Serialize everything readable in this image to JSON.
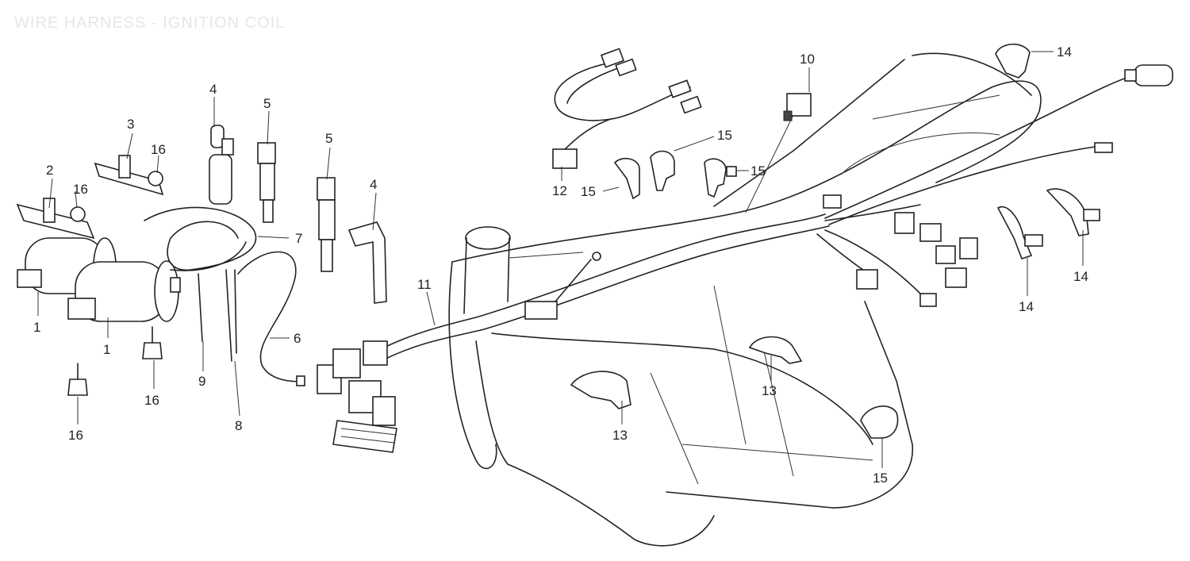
{
  "title": "WIRE HARNESS - IGNITION COIL",
  "callouts": {
    "c1a": "1",
    "c1b": "1",
    "c2": "2",
    "c3": "3",
    "c4a": "4",
    "c4b": "4",
    "c5a": "5",
    "c5b": "5",
    "c6": "6",
    "c7": "7",
    "c8": "8",
    "c9": "9",
    "c10": "10",
    "c11": "11",
    "c12": "12",
    "c13a": "13",
    "c13b": "13",
    "c14a": "14",
    "c14b": "14",
    "c14c": "14",
    "c15a": "15",
    "c15b": "15",
    "c15c": "15",
    "c15d": "15",
    "c16a": "16",
    "c16b": "16",
    "c16c": "16",
    "c16d": "16"
  }
}
